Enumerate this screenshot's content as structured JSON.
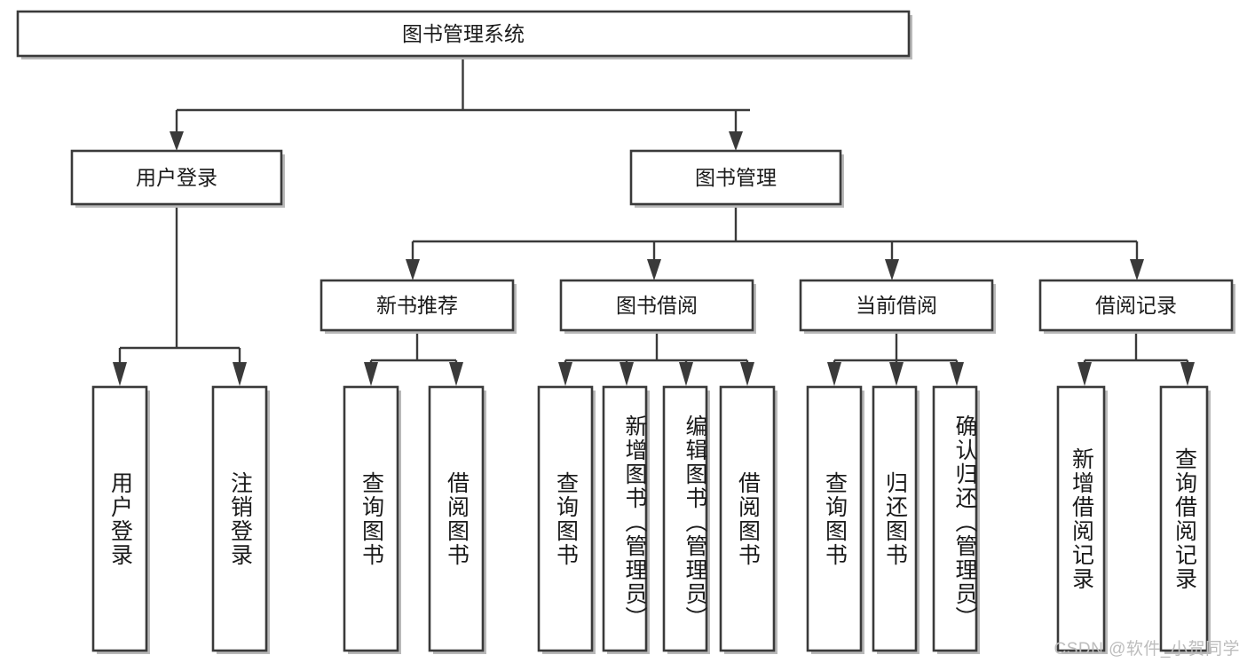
{
  "diagram": {
    "title": "图书管理系统",
    "type": "tree-hierarchy-chart",
    "orientation": "top-down",
    "colors": {
      "box_fill": "#ffffff",
      "box_stroke": "#3a3a3a",
      "text": "#1a1a1a",
      "background": "#ffffff",
      "watermark": "#bdbdbd"
    }
  },
  "nodes": {
    "root": {
      "label": "图书管理系统",
      "level": 1
    },
    "level2": [
      {
        "id": "user-login",
        "label": "用户登录"
      },
      {
        "id": "book-management",
        "label": "图书管理"
      }
    ],
    "level3": [
      {
        "id": "new-book-recommend",
        "label": "新书推荐",
        "parent": "book-management"
      },
      {
        "id": "book-borrow",
        "label": "图书借阅",
        "parent": "book-management"
      },
      {
        "id": "current-borrow",
        "label": "当前借阅",
        "parent": "book-management"
      },
      {
        "id": "borrow-record",
        "label": "借阅记录",
        "parent": "book-management"
      }
    ],
    "leaves": [
      {
        "id": "leaf-user-login",
        "label": "用户登录",
        "parent": "user-login"
      },
      {
        "id": "leaf-logout-login",
        "label": "注销登录",
        "parent": "user-login"
      },
      {
        "id": "leaf-query-book-1",
        "label": "查询图书",
        "parent": "new-book-recommend"
      },
      {
        "id": "leaf-borrow-book-1",
        "label": "借阅图书",
        "parent": "new-book-recommend"
      },
      {
        "id": "leaf-query-book-2",
        "label": "查询图书",
        "parent": "book-borrow"
      },
      {
        "id": "leaf-add-book",
        "label": "新增图书（管理员）",
        "parent": "book-borrow"
      },
      {
        "id": "leaf-edit-book",
        "label": "编辑图书（管理员）",
        "parent": "book-borrow"
      },
      {
        "id": "leaf-borrow-book-2",
        "label": "借阅图书",
        "parent": "book-borrow"
      },
      {
        "id": "leaf-query-book-3",
        "label": "查询图书",
        "parent": "current-borrow"
      },
      {
        "id": "leaf-return-book",
        "label": "归还图书",
        "parent": "current-borrow"
      },
      {
        "id": "leaf-confirm-return",
        "label": "确认归还（管理员）",
        "parent": "current-borrow"
      },
      {
        "id": "leaf-add-record",
        "label": "新增借阅记录",
        "parent": "borrow-record"
      },
      {
        "id": "leaf-query-record",
        "label": "查询借阅记录",
        "parent": "borrow-record"
      }
    ]
  },
  "watermark": {
    "text": "CSDN @软件_小贺同学"
  }
}
